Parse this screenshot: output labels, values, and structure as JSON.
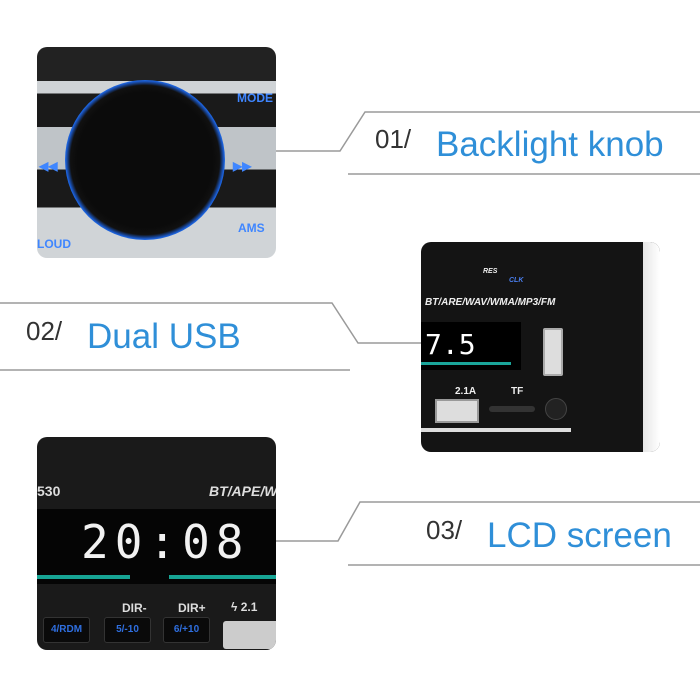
{
  "features": [
    {
      "number": "01/",
      "label": "Backlight knob"
    },
    {
      "number": "02/",
      "label": "Dual USB"
    },
    {
      "number": "03/",
      "label": "LCD screen"
    }
  ],
  "panel_knob": {
    "mode": "MODE",
    "ams": "AMS",
    "loud": "LOUD"
  },
  "panel_usb": {
    "res": "RES",
    "clk": "CLK",
    "formats": "BT/ARE/WAV/WMA/MP3/FM",
    "display": "7.5",
    "usb_current": "2.1A",
    "tf": "TF"
  },
  "panel_lcd": {
    "model": "530",
    "formats": "BT/APE/W",
    "clock": "20:08",
    "dir_minus": "DIR-",
    "dir_plus": "DIR+",
    "usb_current": "2.1",
    "buttons": [
      "4/RDM",
      "5/-10",
      "6/+10"
    ]
  },
  "colors": {
    "accent": "#2f8fd8",
    "line": "#9a9a9a",
    "knob_ring": "#3aa0ff"
  }
}
